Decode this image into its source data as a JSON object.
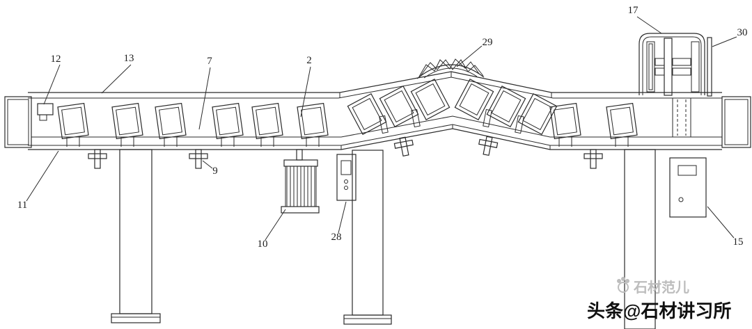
{
  "diagram": {
    "type": "patent-line-drawing",
    "subject": "inclined conveyor machine side elevation",
    "labels": {
      "2": "2",
      "7": "7",
      "9": "9",
      "10": "10",
      "11": "11",
      "12": "12",
      "13": "13",
      "15": "15",
      "17": "17",
      "28": "28",
      "29": "29",
      "30": "30"
    }
  },
  "watermark": {
    "logo_text": "石材范儿",
    "byline": "头条@石材讲习所"
  },
  "colors": {
    "line": "#2a2a2a",
    "background": "#ffffff",
    "watermark_gray": "#bdbdbd",
    "byline_black": "#101010"
  }
}
